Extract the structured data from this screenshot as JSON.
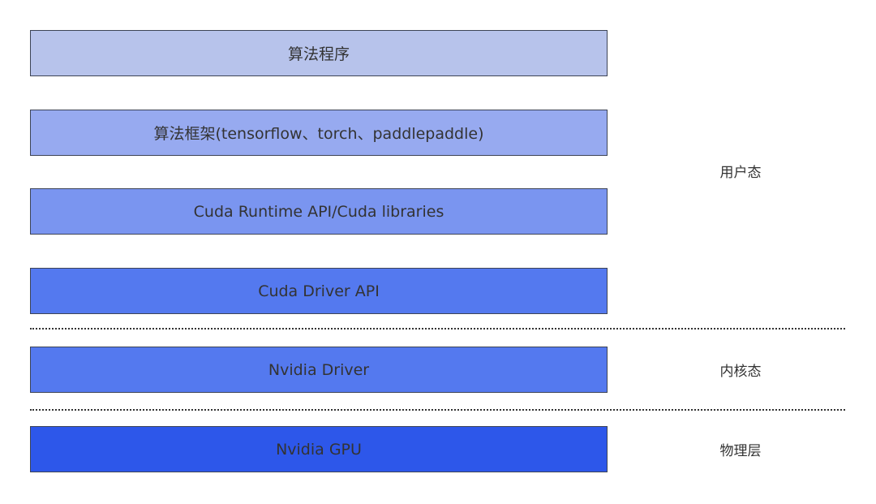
{
  "layers": [
    {
      "label": "算法程序",
      "color": "#b7c3eb"
    },
    {
      "label": "算法框架(tensorflow、torch、paddlepaddle)",
      "color": "#97aaf0"
    },
    {
      "label": "Cuda Runtime API/Cuda libraries",
      "color": "#7a95f0"
    },
    {
      "label": "Cuda Driver API",
      "color": "#5479ef"
    },
    {
      "label": "Nvidia Driver",
      "color": "#5479ef"
    },
    {
      "label": "Nvidia GPU",
      "color": "#2d57ea"
    }
  ],
  "zones": {
    "user": "用户态",
    "kernel": "内核态",
    "physical": "物理层"
  }
}
